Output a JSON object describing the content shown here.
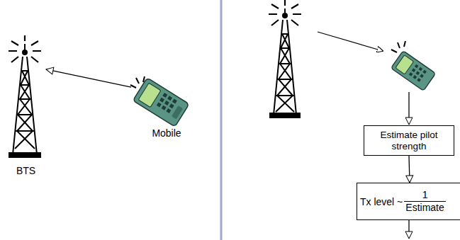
{
  "diagram": {
    "nodes": [
      {
        "text": [
          "BTS"
        ]
      },
      {
        "text": [
          "Mobile"
        ]
      },
      {
        "text": [
          "Estimate pilot strength"
        ]
      },
      {
        "text": [
          "Tx level ~",
          "1",
          "Estimate"
        ]
      }
    ],
    "edges": [
      {
        "from": 1,
        "to": 0,
        "arrow": "to"
      },
      {
        "from": 2,
        "to": 3,
        "arrow": "to"
      }
    ]
  }
}
